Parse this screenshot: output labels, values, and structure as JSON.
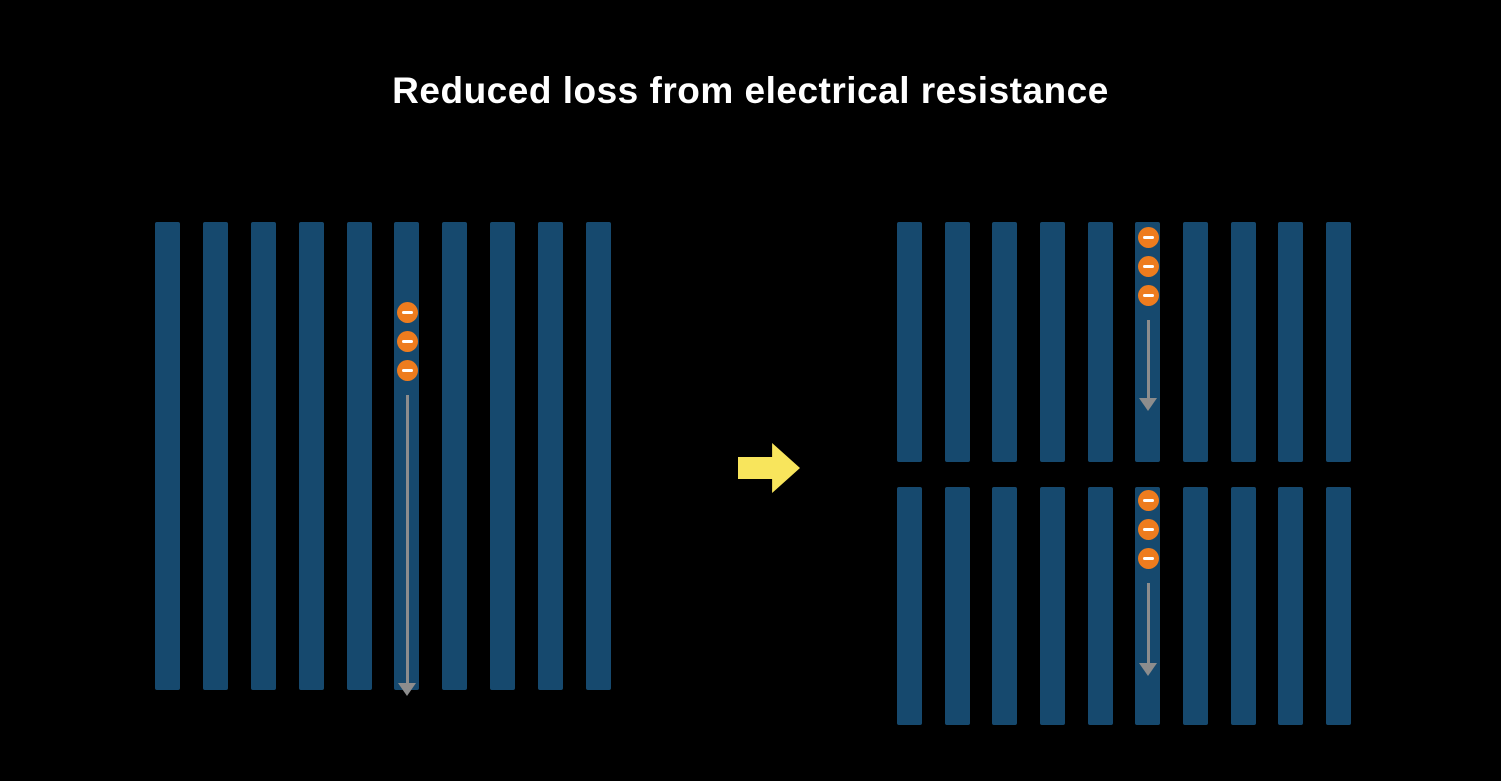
{
  "title": "Reduced loss from electrical resistance",
  "colors": {
    "background": "#000000",
    "title_text": "#ffffff",
    "cell_bar_blue": "#16496e",
    "electron_orange": "#ee7c1e",
    "electron_minus_white": "#ffffff",
    "current_arrow_gray": "#8d8d8d",
    "transition_arrow_yellow": "#f8e55c"
  },
  "panels": {
    "full_cell": {
      "bar_count": 10,
      "electron_count": 3
    },
    "half_cell_top": {
      "bar_count": 10,
      "electron_count": 3
    },
    "half_cell_bottom": {
      "bar_count": 10,
      "electron_count": 3
    }
  },
  "icons": {
    "electron": "minus-in-circle",
    "current_direction": "down-arrow",
    "transition": "right-block-arrow"
  }
}
